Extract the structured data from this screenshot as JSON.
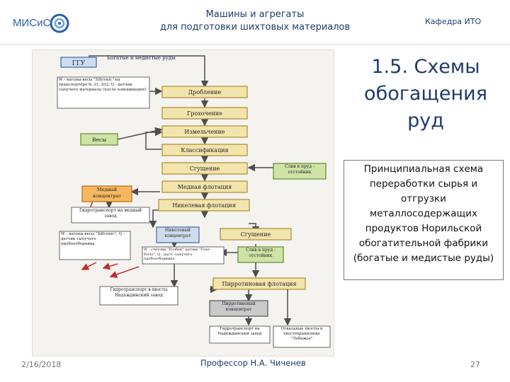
{
  "header": {
    "logo_text": "МИСиС",
    "title_line1": "Машины и агрегаты",
    "title_line2": "для подготовки шихтовых материалов",
    "department": "Кафедра ИТО"
  },
  "slide": {
    "title_line1": "1.5. Схемы",
    "title_line2": "обогащения",
    "title_line3": "руд",
    "description_lines": [
      "Принципиальная схема",
      "переработки сырья и",
      "отгрузки",
      "металлосодержащих",
      "продуктов Норильской",
      "обогатительной фабрики",
      "(богатые и медистые руды)"
    ]
  },
  "diagram": {
    "legend_top": "ГГУ",
    "legend_caption": "Богатые и медистые руды",
    "process_boxes": [
      "Дробление",
      "Грохочение",
      "Измельчение",
      "Классификация",
      "Сгущение",
      "Медная флотация",
      "Никелевая флотация",
      "Сгущение",
      "Пирротиновая флотация"
    ],
    "product_boxes": {
      "copper_concentrate": "Медный концентрат",
      "nickel_concentrate": "Никелевый концентрат",
      "pyrrhotite_concentrate": "Пирротиновый концентрат",
      "weights": "Весы",
      "drain_1": "Слив в пруд - отстойник",
      "drain_2": "Слив в пруд - отстойник"
    },
    "transport_boxes": {
      "wagon_1": "W - вагоны-весы \"Siltronic\" на транспортёре № 31, 202; Q - датчик сыпучего материала (после взвешивания)",
      "hydro_copper": "Гидротранспорт на медный завод",
      "wagon_2": "W - вагоны-весы \"Siltronic\"; Q - датчик сыпучего пробоотборника",
      "wagon_3": "W - счётчик \"Ролбек\" датчик \"Foxe-Porto\"; Q - датч. сыпучего пробоотборника",
      "hydro_nickel": "Гидротранспорт в хвосты Надеждинский завод",
      "hydro_pyrrhotite": "Гидротранспорт на Надеждинский завод",
      "tailings": "Отвальные хвосты в хвостохранилище \"Лебяжье\""
    }
  },
  "footer": {
    "date": "2/16/2018",
    "author": "Профессор Н.А. Чиченев",
    "page": "27"
  },
  "colors": {
    "accent": "#2b5fa6",
    "process_fill": "#f2e4ad",
    "process_border": "#b08a2a",
    "green_fill": "#cfe3a6",
    "green_border": "#5f8a2f",
    "orange_fill": "#f5b860",
    "orange_border": "#c06a10",
    "blue_fill": "#cfdcee",
    "blue_border": "#3e66a8",
    "gray_fill": "#c9c9c9",
    "arrow": "#4d4d4d",
    "red_arrow": "#c0302a"
  }
}
